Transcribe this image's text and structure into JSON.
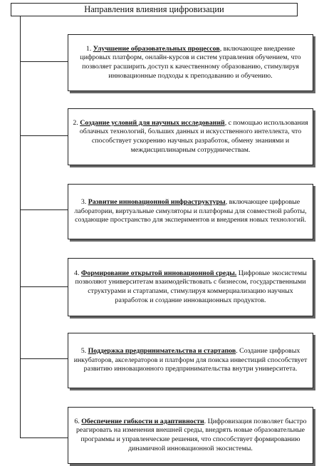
{
  "header": "Направления влияния цифровизации",
  "items": [
    {
      "num": "1.",
      "title": "Улучшение образовательных процессов",
      "text": ", включающее внедрение цифровых платформ, онлайн-курсов и систем управления обучением, что позволяет расширить доступ к качественному образованию, стимулируя инновационные подходы к преподаванию и обучению."
    },
    {
      "num": "2.",
      "title": "Создание условий для научных исследований",
      "text": ", с помощью использования облачных технологий, больших данных и искусственного интеллекта, что способствует ускорению научных разработок, обмену знаниями и междисциплинарным сотрудничествам."
    },
    {
      "num": "3.",
      "title": "Развитие инновационной инфраструктуры",
      "text": ", включающее цифровые лаборатории, виртуальные симуляторы и платформы для совместной работы, создающие пространство для экспериментов и внедрения новых технологий."
    },
    {
      "num": "4.",
      "title": "Формирование открытой инновационной среды.",
      "text": " Цифровые экосистемы позволяют университетам взаимодействовать с бизнесом, государственными структурами и стартапами, стимулируя коммерциализацию научных разработок и создание инновационных продуктов."
    },
    {
      "num": "5.",
      "title": "Поддержка предпринимательства и стартапов",
      "text": ". Создание цифровых инкубаторов, акселераторов и платформ для поиска инвестиций способствует развитию инновационного предпринимательства внутри университета."
    },
    {
      "num": "6.",
      "title": "Обеспечение гибкости и адаптивности",
      "text": ". Цифровизация позволяет быстро реагировать на изменения внешней среды, внедрять новые образовательные программы и управленческие решения, что способствует формированию динамичной инновационной экосистемы."
    }
  ]
}
